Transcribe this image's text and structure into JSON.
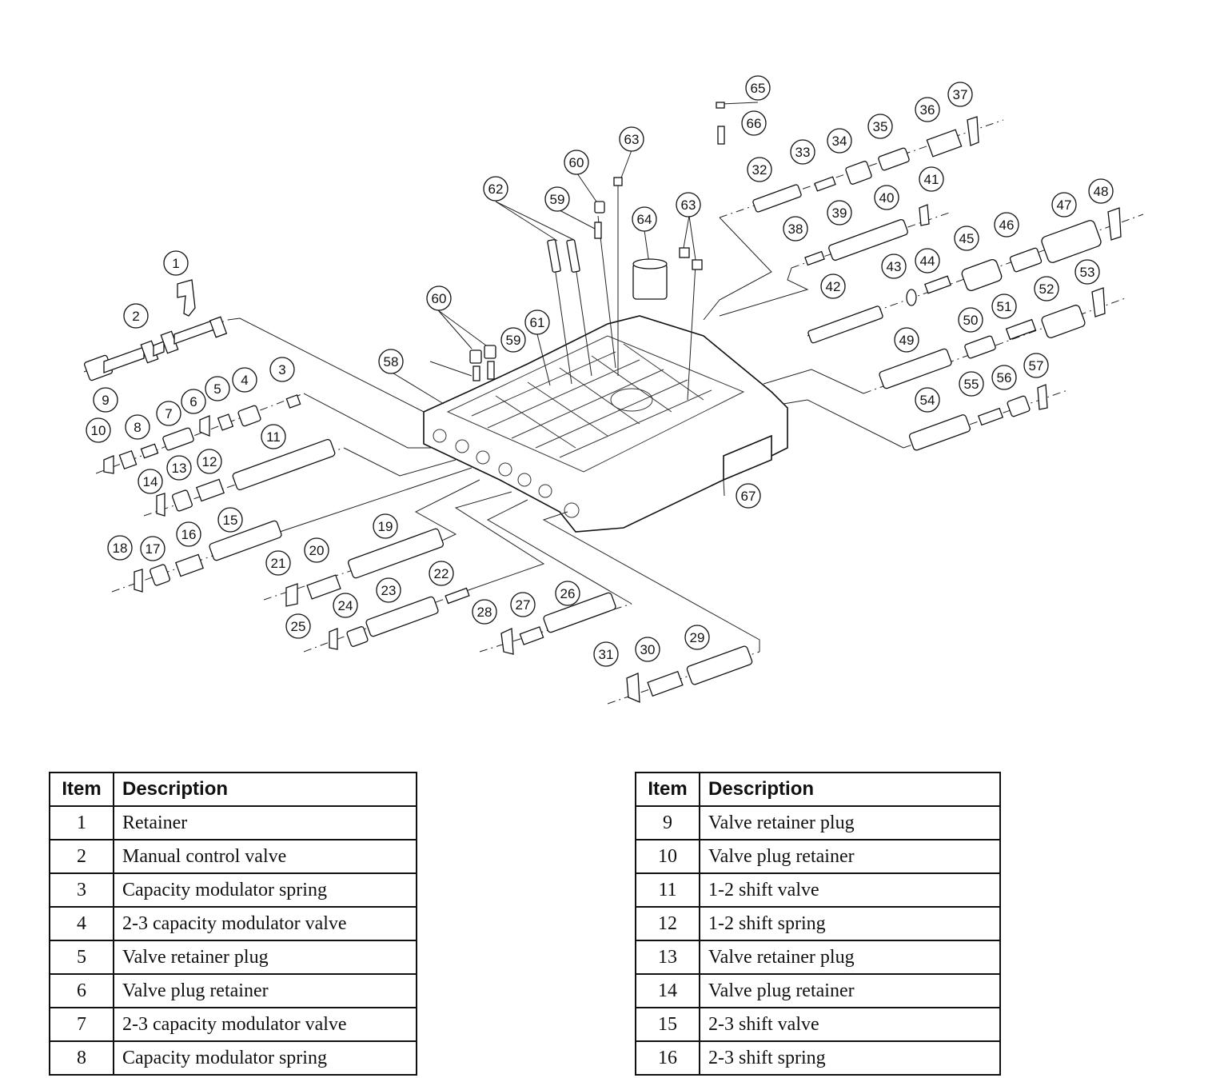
{
  "callouts": [
    "1",
    "2",
    "3",
    "4",
    "5",
    "6",
    "7",
    "8",
    "9",
    "10",
    "11",
    "12",
    "13",
    "14",
    "15",
    "16",
    "17",
    "18",
    "19",
    "20",
    "21",
    "22",
    "23",
    "24",
    "25",
    "26",
    "27",
    "28",
    "29",
    "30",
    "31",
    "32",
    "33",
    "34",
    "35",
    "36",
    "37",
    "38",
    "39",
    "40",
    "41",
    "42",
    "43",
    "44",
    "45",
    "46",
    "47",
    "48",
    "49",
    "50",
    "51",
    "52",
    "53",
    "54",
    "55",
    "56",
    "57",
    "58",
    "59",
    "59",
    "60",
    "60",
    "61",
    "62",
    "63",
    "63",
    "64",
    "65",
    "66",
    "67"
  ],
  "legend_left": {
    "header_item": "Item",
    "header_desc": "Description",
    "rows": [
      {
        "item": "1",
        "desc": "Retainer"
      },
      {
        "item": "2",
        "desc": "Manual control valve"
      },
      {
        "item": "3",
        "desc": "Capacity modulator spring"
      },
      {
        "item": "4",
        "desc": "2-3 capacity modulator valve"
      },
      {
        "item": "5",
        "desc": "Valve retainer plug"
      },
      {
        "item": "6",
        "desc": "Valve plug retainer"
      },
      {
        "item": "7",
        "desc": "2-3 capacity modulator valve"
      },
      {
        "item": "8",
        "desc": "Capacity modulator spring"
      }
    ]
  },
  "legend_right": {
    "header_item": "Item",
    "header_desc": "Description",
    "rows": [
      {
        "item": "9",
        "desc": "Valve retainer plug"
      },
      {
        "item": "10",
        "desc": "Valve plug retainer"
      },
      {
        "item": "11",
        "desc": "1-2 shift valve"
      },
      {
        "item": "12",
        "desc": "1-2 shift spring"
      },
      {
        "item": "13",
        "desc": "Valve retainer plug"
      },
      {
        "item": "14",
        "desc": "Valve plug retainer"
      },
      {
        "item": "15",
        "desc": "2-3 shift valve"
      },
      {
        "item": "16",
        "desc": "2-3 shift spring"
      }
    ]
  }
}
